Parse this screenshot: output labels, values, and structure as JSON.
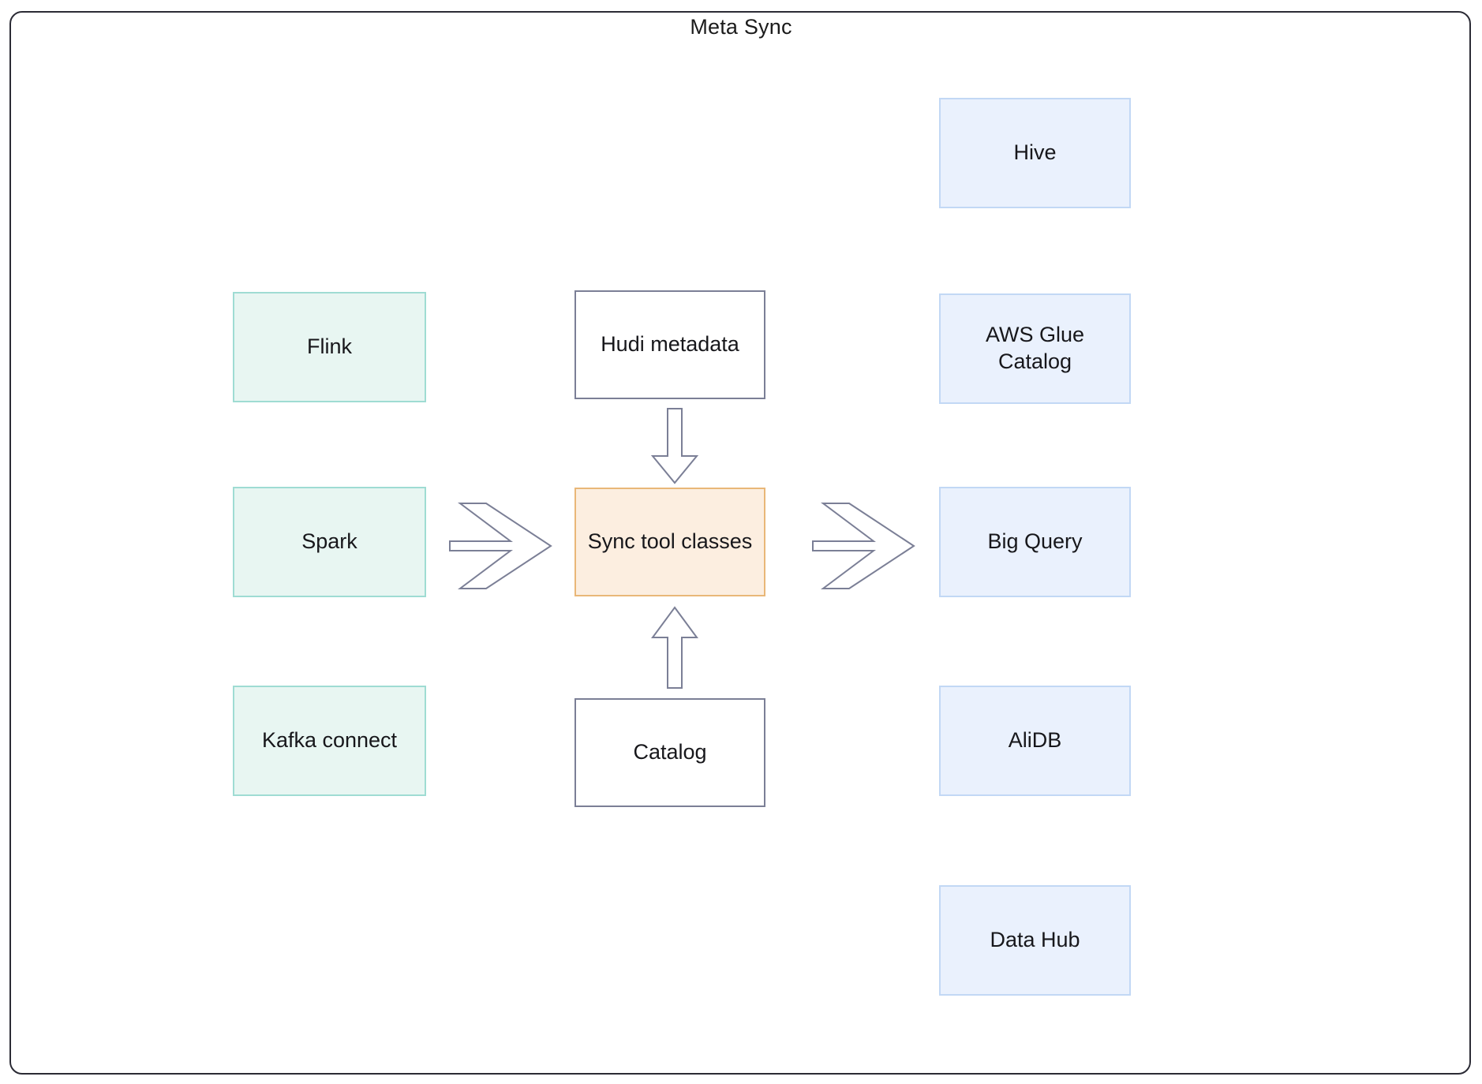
{
  "diagram": {
    "title": "Meta Sync",
    "type": "flow-diagram",
    "frame_color": "#2b2b35",
    "background": "#ffffff"
  },
  "palette": {
    "source_fill": "#e8f6f2",
    "source_border": "#9fdcd3",
    "target_fill": "#eaf1fd",
    "target_border": "#c2d8f5",
    "center_fill": "#fceee0",
    "center_border": "#e9b778",
    "plain_fill": "#ffffff",
    "plain_border": "#7b7f96",
    "arrow_stroke": "#7b7f96",
    "text_color": "#17171b"
  },
  "nodes": {
    "sources": [
      {
        "id": "flink",
        "label": "Flink"
      },
      {
        "id": "spark",
        "label": "Spark"
      },
      {
        "id": "kafka-connect",
        "label": "Kafka connect"
      }
    ],
    "center": [
      {
        "id": "hudi-metadata",
        "label": "Hudi metadata"
      },
      {
        "id": "sync-tool-classes",
        "label": "Sync tool classes"
      },
      {
        "id": "catalog",
        "label": "Catalog"
      }
    ],
    "targets": [
      {
        "id": "hive",
        "label": "Hive"
      },
      {
        "id": "aws-glue-catalog",
        "label": "AWS Glue Catalog"
      },
      {
        "id": "big-query",
        "label": "Big Query"
      },
      {
        "id": "alidb",
        "label": "AliDB"
      },
      {
        "id": "data-hub",
        "label": "Data Hub"
      }
    ]
  },
  "arrows": [
    {
      "id": "sources-to-sync",
      "direction": "right",
      "style": "chevron"
    },
    {
      "id": "sync-to-targets",
      "direction": "right",
      "style": "chevron"
    },
    {
      "id": "hudi-to-sync",
      "direction": "down",
      "style": "block"
    },
    {
      "id": "catalog-to-sync",
      "direction": "up",
      "style": "block"
    }
  ]
}
